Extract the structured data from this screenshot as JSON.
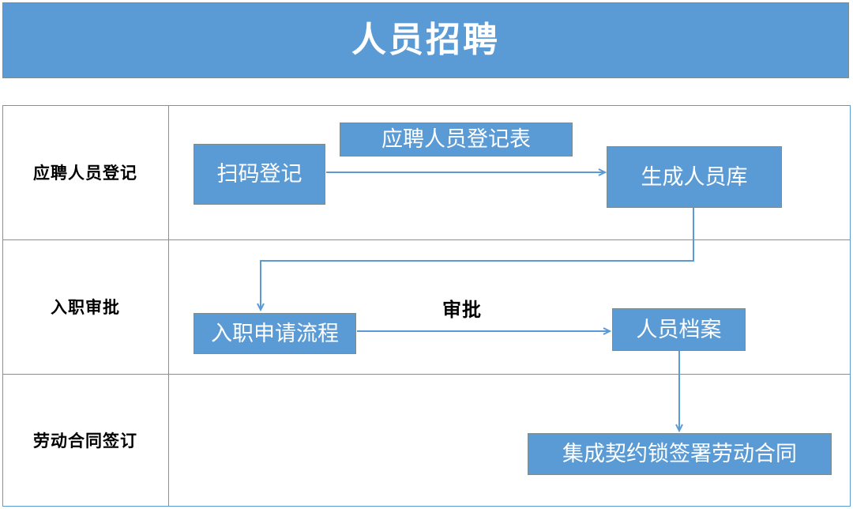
{
  "header": {
    "title": "人员招聘",
    "background_color": "#5B9BD5",
    "text_color": "#FFFFFF"
  },
  "diagram": {
    "type": "flowchart",
    "accent_color": "#5B9BD5",
    "grid_line_color": "#5B9BD5",
    "rows": [
      {
        "label": "应聘人员登记"
      },
      {
        "label": "入职审批"
      },
      {
        "label": "劳动合同签订"
      }
    ],
    "nodes": [
      {
        "id": "scan",
        "label": "扫码登记",
        "row": 0
      },
      {
        "id": "regform",
        "label": "应聘人员登记表",
        "row": 0
      },
      {
        "id": "pool",
        "label": "生成人员库",
        "row": 0
      },
      {
        "id": "onboard",
        "label": "入职申请流程",
        "row": 1
      },
      {
        "id": "archive",
        "label": "人员档案",
        "row": 1
      },
      {
        "id": "contract",
        "label": "集成契约锁签署劳动合同",
        "row": 2
      }
    ],
    "edge_labels": [
      {
        "id": "approve",
        "label": "审批"
      }
    ],
    "edges": [
      {
        "from": "scan",
        "to": "pool",
        "label": "应聘人员登记表",
        "style": "arrow-right"
      },
      {
        "from": "pool",
        "to": "onboard",
        "label": "",
        "style": "elbow-down-left-down"
      },
      {
        "from": "onboard",
        "to": "archive",
        "label": "审批",
        "style": "arrow-right"
      },
      {
        "from": "archive",
        "to": "contract",
        "label": "",
        "style": "arrow-down"
      }
    ]
  }
}
